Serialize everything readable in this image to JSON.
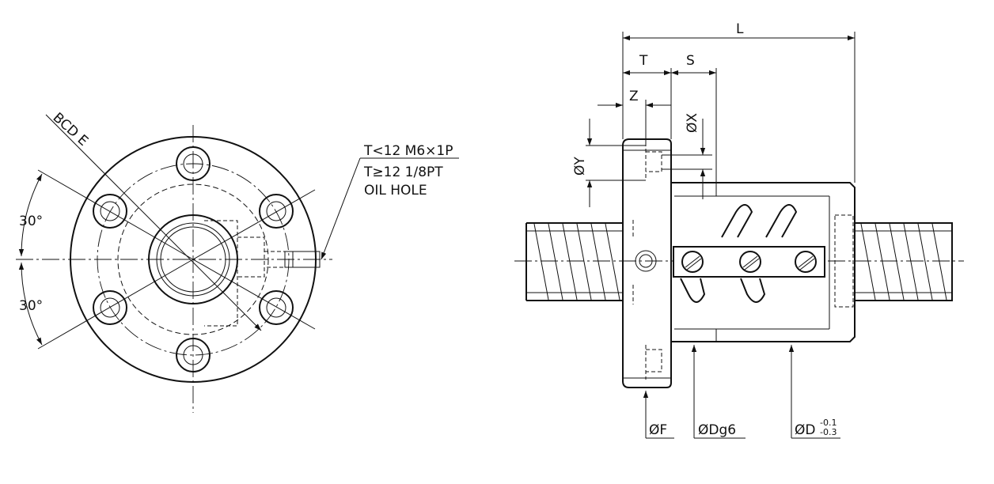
{
  "labels": {
    "bcd": "BCD E",
    "angle_top": "30°",
    "angle_bottom": "30°",
    "oil_hole_line1": "T<12 M6×1P",
    "oil_hole_line2": "T≥12 1/8PT",
    "oil_hole_line3": "OIL HOLE",
    "dim_L": "L",
    "dim_T": "T",
    "dim_S": "S",
    "dim_Z": "Z",
    "dim_X": "ØX",
    "dim_Y": "ØY",
    "dim_F": "ØF",
    "dim_Dg6": "ØDg6",
    "dim_D": "ØD",
    "tol_upper": "-0.1",
    "tol_lower": "-0.3"
  }
}
